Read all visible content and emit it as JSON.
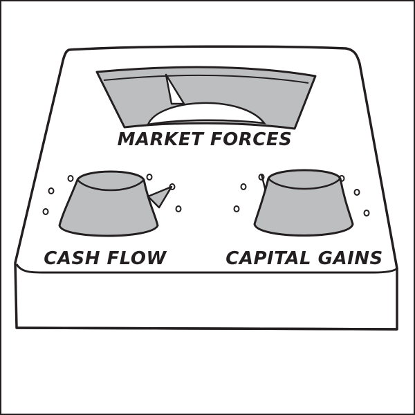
{
  "panel": {
    "meter": {
      "label": "MARKET FORCES"
    },
    "knobs": [
      {
        "label": "CASH FLOW"
      },
      {
        "label": "CAPITAL GAINS"
      }
    ]
  },
  "colors": {
    "outline": "#231f20",
    "fill_gray": "#bcbec0",
    "panel_white": "#ffffff"
  }
}
